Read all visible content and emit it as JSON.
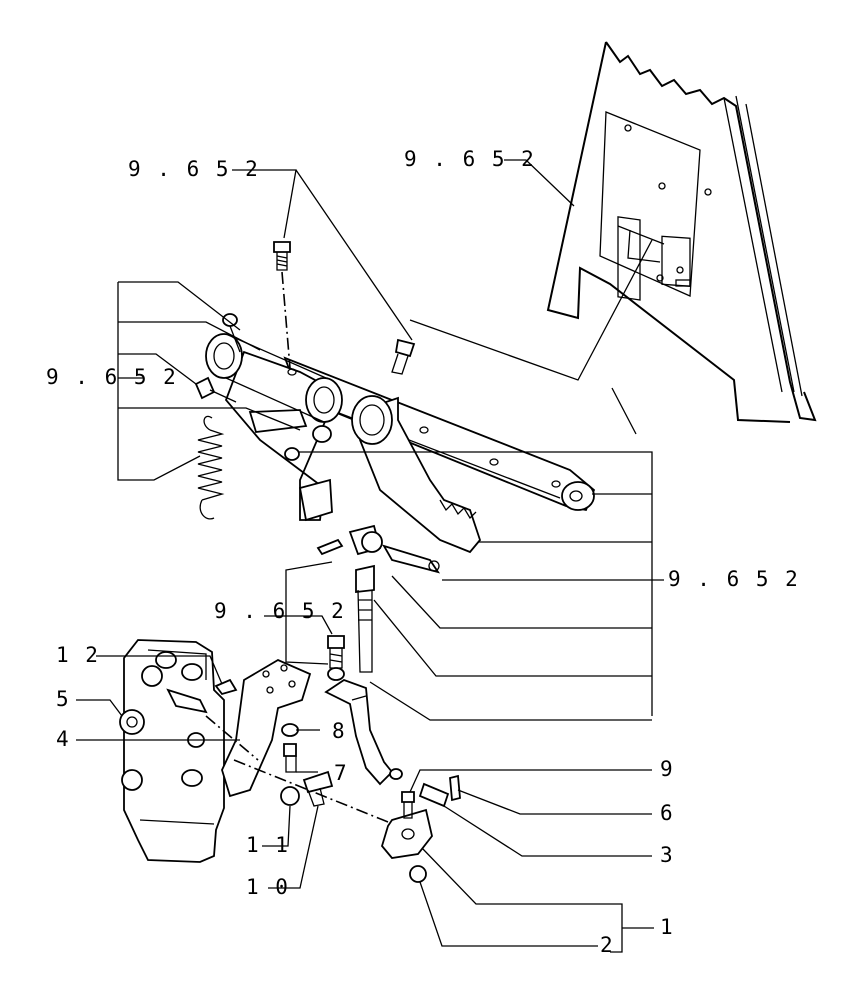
{
  "labels": {
    "ref_top_left": "9 . 6 5 2",
    "ref_top_right": "9 . 6 5 2",
    "ref_left": "9 . 6 5 2",
    "ref_mid_right": "9 . 6 5 2",
    "ref_mid_left": "9 . 6 5 2",
    "n1": "1",
    "n2": "2",
    "n3": "3",
    "n4": "4",
    "n5": "5",
    "n6": "6",
    "n7": "7",
    "n8": "8",
    "n9": "9",
    "n10": "1 0",
    "n11": "1 1",
    "n12": "1 2"
  }
}
